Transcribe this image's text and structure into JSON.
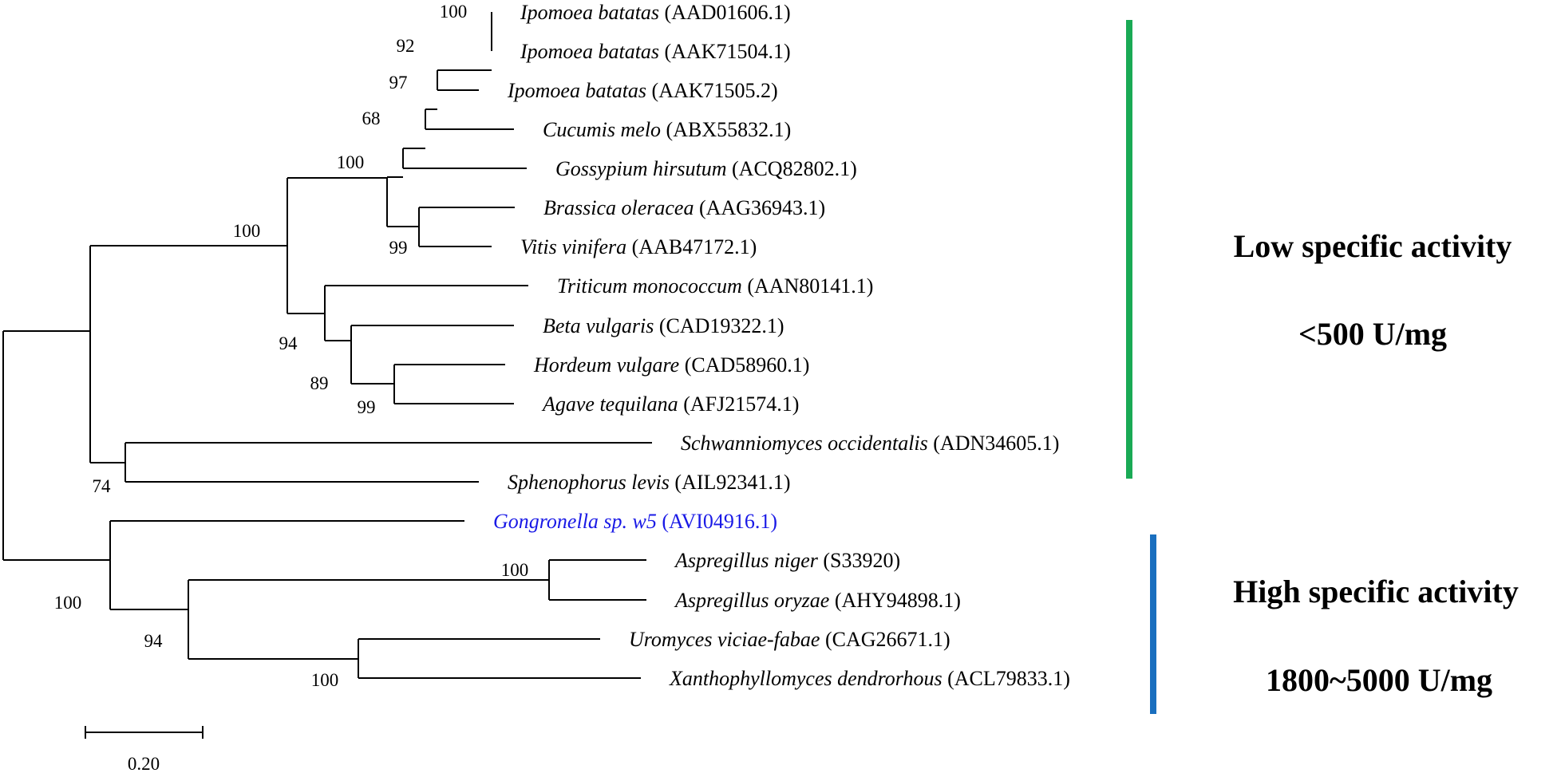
{
  "taxa": [
    {
      "species": "Ipomoea batatas",
      "accession": "(AAD01606.1)"
    },
    {
      "species": "Ipomoea batatas",
      "accession": "(AAK71504.1)"
    },
    {
      "species": "Ipomoea batatas",
      "accession": "(AAK71505.2)"
    },
    {
      "species": "Cucumis melo",
      "accession": "(ABX55832.1)"
    },
    {
      "species": "Gossypium hirsutum",
      "accession": "(ACQ82802.1)"
    },
    {
      "species": "Brassica oleracea",
      "accession": "(AAG36943.1)"
    },
    {
      "species": "Vitis vinifera",
      "accession": "(AAB47172.1)"
    },
    {
      "species": "Triticum monococcum",
      "accession": "(AAN80141.1)"
    },
    {
      "species": "Beta vulgaris",
      "accession": "(CAD19322.1)"
    },
    {
      "species": "Hordeum vulgare",
      "accession": "(CAD58960.1)"
    },
    {
      "species": "Agave tequilana",
      "accession": "(AFJ21574.1)"
    },
    {
      "species": "Schwanniomyces occidentalis",
      "accession": "(ADN34605.1)"
    },
    {
      "species": "Sphenophorus levis",
      "accession": "(AIL92341.1)"
    },
    {
      "species": "Gongronella sp. w5",
      "accession": "(AVI04916.1)",
      "highlight_color": "#1a1ae6"
    },
    {
      "species": "Aspregillus niger",
      "accession": "(S33920)"
    },
    {
      "species": "Aspregillus oryzae",
      "accession": "(AHY94898.1)"
    },
    {
      "species": "Uromyces viciae-fabae",
      "accession": "(CAG26671.1)"
    },
    {
      "species": "Xanthophyllomyces dendrorhous",
      "accession": "(ACL79833.1)"
    }
  ],
  "bootstrap_values": [
    "100",
    "92",
    "97",
    "68",
    "100",
    "100",
    "99",
    "94",
    "89",
    "99",
    "74",
    "100",
    "100",
    "94",
    "100"
  ],
  "groups": [
    {
      "line1": "Low specific activity",
      "line2": "<500 U/mg",
      "bar_color": "#1aaa55"
    },
    {
      "line1": "High specific activity",
      "line2": "1800~5000 U/mg",
      "bar_color": "#1a6fbf"
    }
  ],
  "scale_bar": {
    "label": "0.20"
  }
}
